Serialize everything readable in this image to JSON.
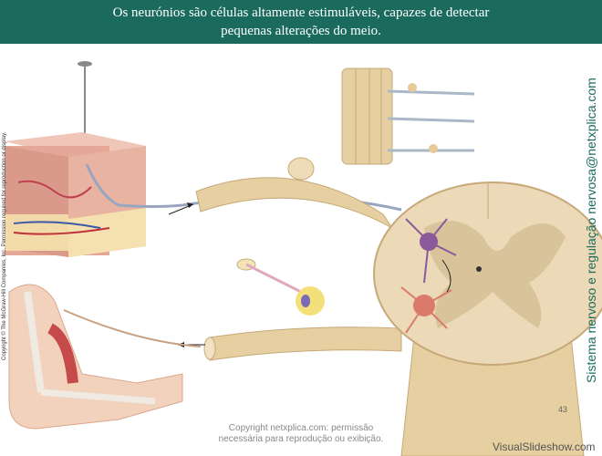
{
  "slide": {
    "title_line1": "Os neurónios são células altamente estimuláveis, capazes de detectar",
    "title_line2": "pequenas alterações do meio.",
    "side_title": "Sistema nervoso e regulação nervosa@netxplica.com",
    "copyright_vertical": "Copyright © The McGraw-Hill Companies, Inc. Permission required for reproduction or display.",
    "footer_line1": "Copyright netxplica.com: permissão",
    "footer_line2": "necessária para reprodução ou exibição.",
    "page_number": "43",
    "watermark": "VisualSlideshow.com"
  },
  "colors": {
    "header_bg": "#1a6b5e",
    "nerve": "#e6cfa0",
    "skin": "#e9b9a4",
    "spinal_cord": "#ecd9b8"
  }
}
